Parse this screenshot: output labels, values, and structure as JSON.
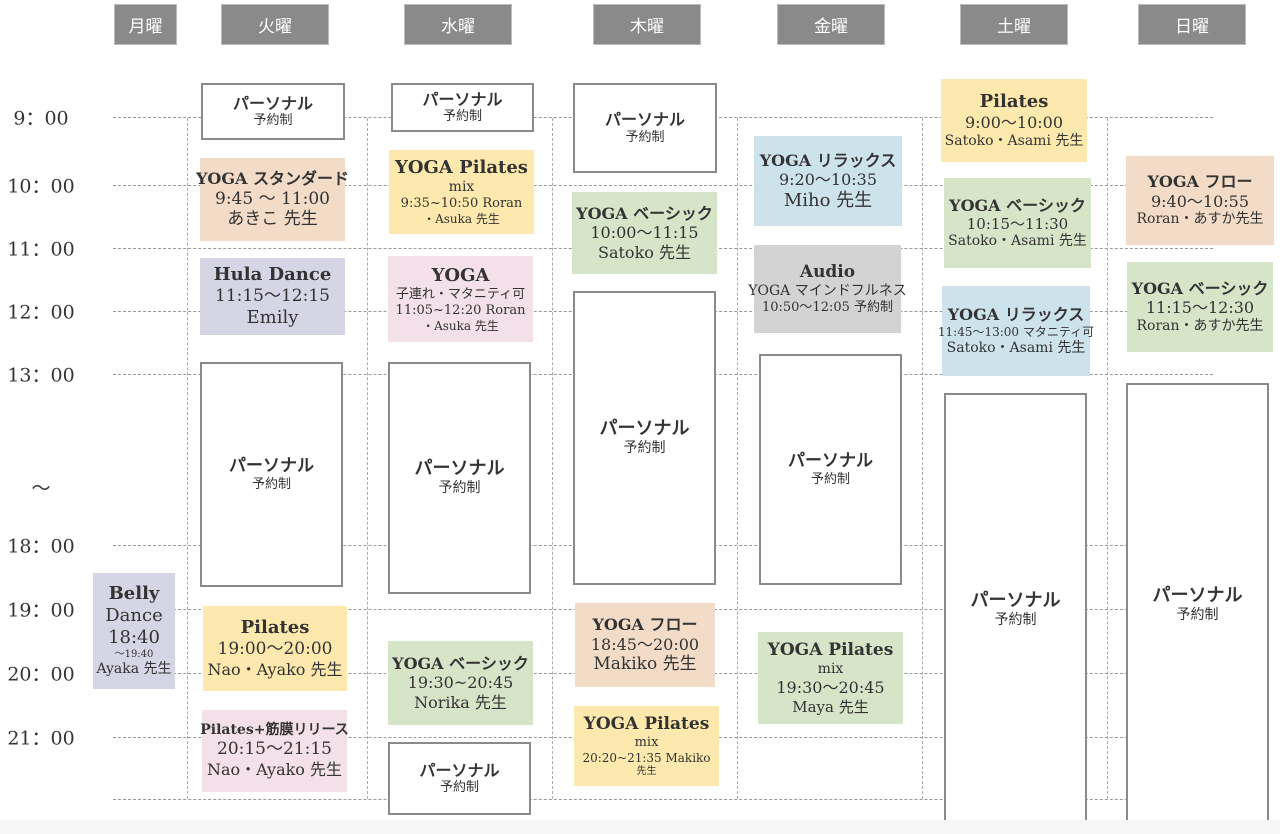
{
  "days": [
    "月曜",
    "火曜",
    "水曜",
    "木曜",
    "金曜",
    "土曜",
    "日曜"
  ],
  "times": [
    "9：00",
    "10：00",
    "11：00",
    "12：00",
    "13：00",
    "〜",
    "18：00",
    "19：00",
    "20：00",
    "21：00"
  ],
  "colors": {
    "day_header": "#8a8a8a",
    "peach": "#f2dcc8",
    "lavender": "#d6d5e6",
    "yellow": "#fde9ad",
    "pink": "#f3e0e8",
    "green": "#d6e4c8",
    "blue": "#cde3ec",
    "gray": "#d3d3d3"
  },
  "blocks": [
    {
      "day": "月曜",
      "color": "lavender",
      "lines": [
        "Belly",
        "Dance",
        "18:40",
        "〜19:40",
        "Ayaka 先生"
      ]
    },
    {
      "day": "火曜",
      "color": "personal",
      "lines": [
        "パーソナル",
        "予約制"
      ]
    },
    {
      "day": "火曜",
      "color": "peach",
      "lines": [
        "YOGA スタンダード",
        "9:45 〜 11:00",
        "あきこ 先生"
      ]
    },
    {
      "day": "火曜",
      "color": "lavender",
      "lines": [
        "Hula Dance",
        "11:15〜12:15",
        "Emily"
      ]
    },
    {
      "day": "火曜",
      "color": "personal",
      "lines": [
        "パーソナル",
        "予約制"
      ]
    },
    {
      "day": "火曜",
      "color": "yellow",
      "lines": [
        "Pilates",
        "19:00〜20:00",
        "Nao・Ayako 先生"
      ]
    },
    {
      "day": "火曜",
      "color": "pink",
      "lines": [
        "Pilates+筋膜リリース",
        "20:15〜21:15",
        "Nao・Ayako 先生"
      ]
    },
    {
      "day": "水曜",
      "color": "personal",
      "lines": [
        "パーソナル",
        "予約制"
      ]
    },
    {
      "day": "水曜",
      "color": "yellow",
      "lines": [
        "YOGA Pilates",
        "mix",
        "9:35~10:50 Roran",
        "・Asuka 先生"
      ]
    },
    {
      "day": "水曜",
      "color": "pink",
      "lines": [
        "YOGA",
        "子連れ・マタニティ可",
        "11:05~12:20 Roran",
        "・Asuka 先生"
      ]
    },
    {
      "day": "水曜",
      "color": "personal",
      "lines": [
        "パーソナル",
        "予約制"
      ]
    },
    {
      "day": "水曜",
      "color": "green",
      "lines": [
        "YOGA ベーシック",
        "19:30~20:45",
        "Norika 先生"
      ]
    },
    {
      "day": "水曜",
      "color": "personal",
      "lines": [
        "パーソナル",
        "予約制"
      ]
    },
    {
      "day": "木曜",
      "color": "personal",
      "lines": [
        "パーソナル",
        "予約制"
      ]
    },
    {
      "day": "木曜",
      "color": "green",
      "lines": [
        "YOGA ベーシック",
        "10:00〜11:15",
        "Satoko 先生"
      ]
    },
    {
      "day": "木曜",
      "color": "personal",
      "lines": [
        "パーソナル",
        "予約制"
      ]
    },
    {
      "day": "木曜",
      "color": "peach",
      "lines": [
        "YOGA フロー",
        "18:45〜20:00",
        "Makiko 先生"
      ]
    },
    {
      "day": "木曜",
      "color": "yellow",
      "lines": [
        "YOGA Pilates",
        "mix",
        "20:20~21:35 Makiko",
        "先生"
      ]
    },
    {
      "day": "金曜",
      "color": "blue",
      "lines": [
        "YOGA リラックス",
        "9:20〜10:35",
        "Miho 先生"
      ]
    },
    {
      "day": "金曜",
      "color": "gray",
      "lines": [
        "Audio",
        "YOGA マインドフルネス",
        "10:50〜12:05 予約制"
      ]
    },
    {
      "day": "金曜",
      "color": "personal",
      "lines": [
        "パーソナル",
        "予約制"
      ]
    },
    {
      "day": "金曜",
      "color": "green",
      "lines": [
        "YOGA Pilates",
        "mix",
        "19:30〜20:45",
        "Maya 先生"
      ]
    },
    {
      "day": "土曜",
      "color": "yellow",
      "lines": [
        "Pilates",
        "9:00〜10:00",
        "Satoko・Asami 先生"
      ]
    },
    {
      "day": "土曜",
      "color": "green",
      "lines": [
        "YOGA ベーシック",
        "10:15〜11:30",
        "Satoko・Asami 先生"
      ]
    },
    {
      "day": "土曜",
      "color": "blue",
      "lines": [
        "YOGA リラックス",
        "11:45〜13:00 マタニティ可",
        "Satoko・Asami 先生"
      ]
    },
    {
      "day": "土曜",
      "color": "personal",
      "lines": [
        "パーソナル",
        "予約制"
      ]
    },
    {
      "day": "日曜",
      "color": "peach",
      "lines": [
        "YOGA フロー",
        "9:40〜10:55",
        "Roran・あすか先生"
      ]
    },
    {
      "day": "日曜",
      "color": "green",
      "lines": [
        "YOGA ベーシック",
        "11:15〜12:30",
        "Roran・あすか先生"
      ]
    },
    {
      "day": "日曜",
      "color": "personal",
      "lines": [
        "パーソナル",
        "予約制"
      ]
    }
  ]
}
